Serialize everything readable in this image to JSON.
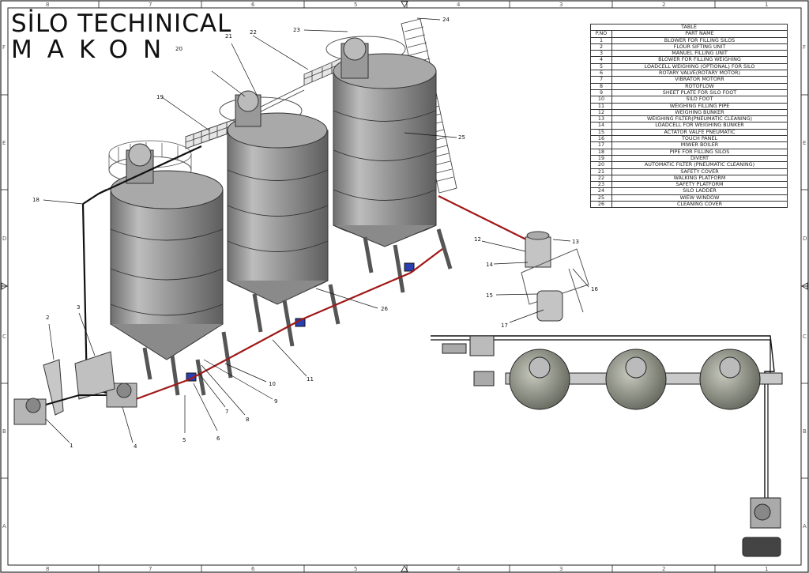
{
  "title": {
    "line1": "SİLO TECHINICAL",
    "line2": "MAKON"
  },
  "grid": {
    "top_numbers": [
      "8",
      "7",
      "6",
      "5",
      "4",
      "3",
      "2",
      "1"
    ],
    "bottom_numbers": [
      "8",
      "7",
      "6",
      "5",
      "4",
      "3",
      "2",
      "1"
    ],
    "left_letters": [
      "F",
      "E",
      "D",
      "C",
      "B",
      "A"
    ],
    "right_letters": [
      "F",
      "E",
      "D",
      "C",
      "B",
      "A"
    ]
  },
  "table": {
    "title": "TABLE",
    "header": {
      "no": "P.NO",
      "name": "PART NAME"
    },
    "rows": [
      {
        "no": "1",
        "name": "BLOWER FOR FILLING SILOS"
      },
      {
        "no": "2",
        "name": "FLOUR SIFTING UNIT"
      },
      {
        "no": "3",
        "name": "MANUEL FILLING UNIT"
      },
      {
        "no": "4",
        "name": "BLOWER FOR FILLING WEIGHING"
      },
      {
        "no": "5",
        "name": "LOADCELL  WEIGHING (OPTIONAL) FOR SILO"
      },
      {
        "no": "6",
        "name": "ROTARY VALVE(ROTARY MOTOR)"
      },
      {
        "no": "7",
        "name": "VIBRATOR MOTORR"
      },
      {
        "no": "8",
        "name": "ROTOFLOW"
      },
      {
        "no": "9",
        "name": "SHEET PLATE FOR SILO FOOT"
      },
      {
        "no": "10",
        "name": "SILO FOOT"
      },
      {
        "no": "11",
        "name": "WEIGHING FILLING PIPE"
      },
      {
        "no": "12",
        "name": "WEIGHING BUNKER"
      },
      {
        "no": "13",
        "name": "WEIGHING    FILTER(PNEUMATIC CLEANING)"
      },
      {
        "no": "14",
        "name": "LOADCELL FOR WEIGHING BUNKER"
      },
      {
        "no": "15",
        "name": "ACTATOR VALFE PNEUMATIC"
      },
      {
        "no": "16",
        "name": "TOUCH PANEL"
      },
      {
        "no": "17",
        "name": "MIWER BOILER"
      },
      {
        "no": "18",
        "name": "PIPE FOR FILLING SILOS"
      },
      {
        "no": "19",
        "name": "DIVERT"
      },
      {
        "no": "20",
        "name": "AUTOMATIC FILTER (PNEUMATIC CLEANING)"
      },
      {
        "no": "21",
        "name": "SAFETY COVER"
      },
      {
        "no": "22",
        "name": "WALKING PLATFORM"
      },
      {
        "no": "23",
        "name": "SAFETY PLATFORM"
      },
      {
        "no": "24",
        "name": "SILO LADDER"
      },
      {
        "no": "25",
        "name": "WIEW WINDOW"
      },
      {
        "no": "26",
        "name": "CLEANING COVER"
      }
    ]
  },
  "callouts": [
    "1",
    "2",
    "3",
    "4",
    "5",
    "6",
    "7",
    "8",
    "9",
    "10",
    "11",
    "12",
    "13",
    "14",
    "15",
    "16",
    "17",
    "18",
    "19",
    "20",
    "21",
    "22",
    "23",
    "24",
    "25",
    "26"
  ],
  "colors": {
    "pipe_red": "#a01818",
    "steel": "#9a9a9a",
    "valve_blue": "#2a3fb0",
    "frame": "#333333"
  }
}
